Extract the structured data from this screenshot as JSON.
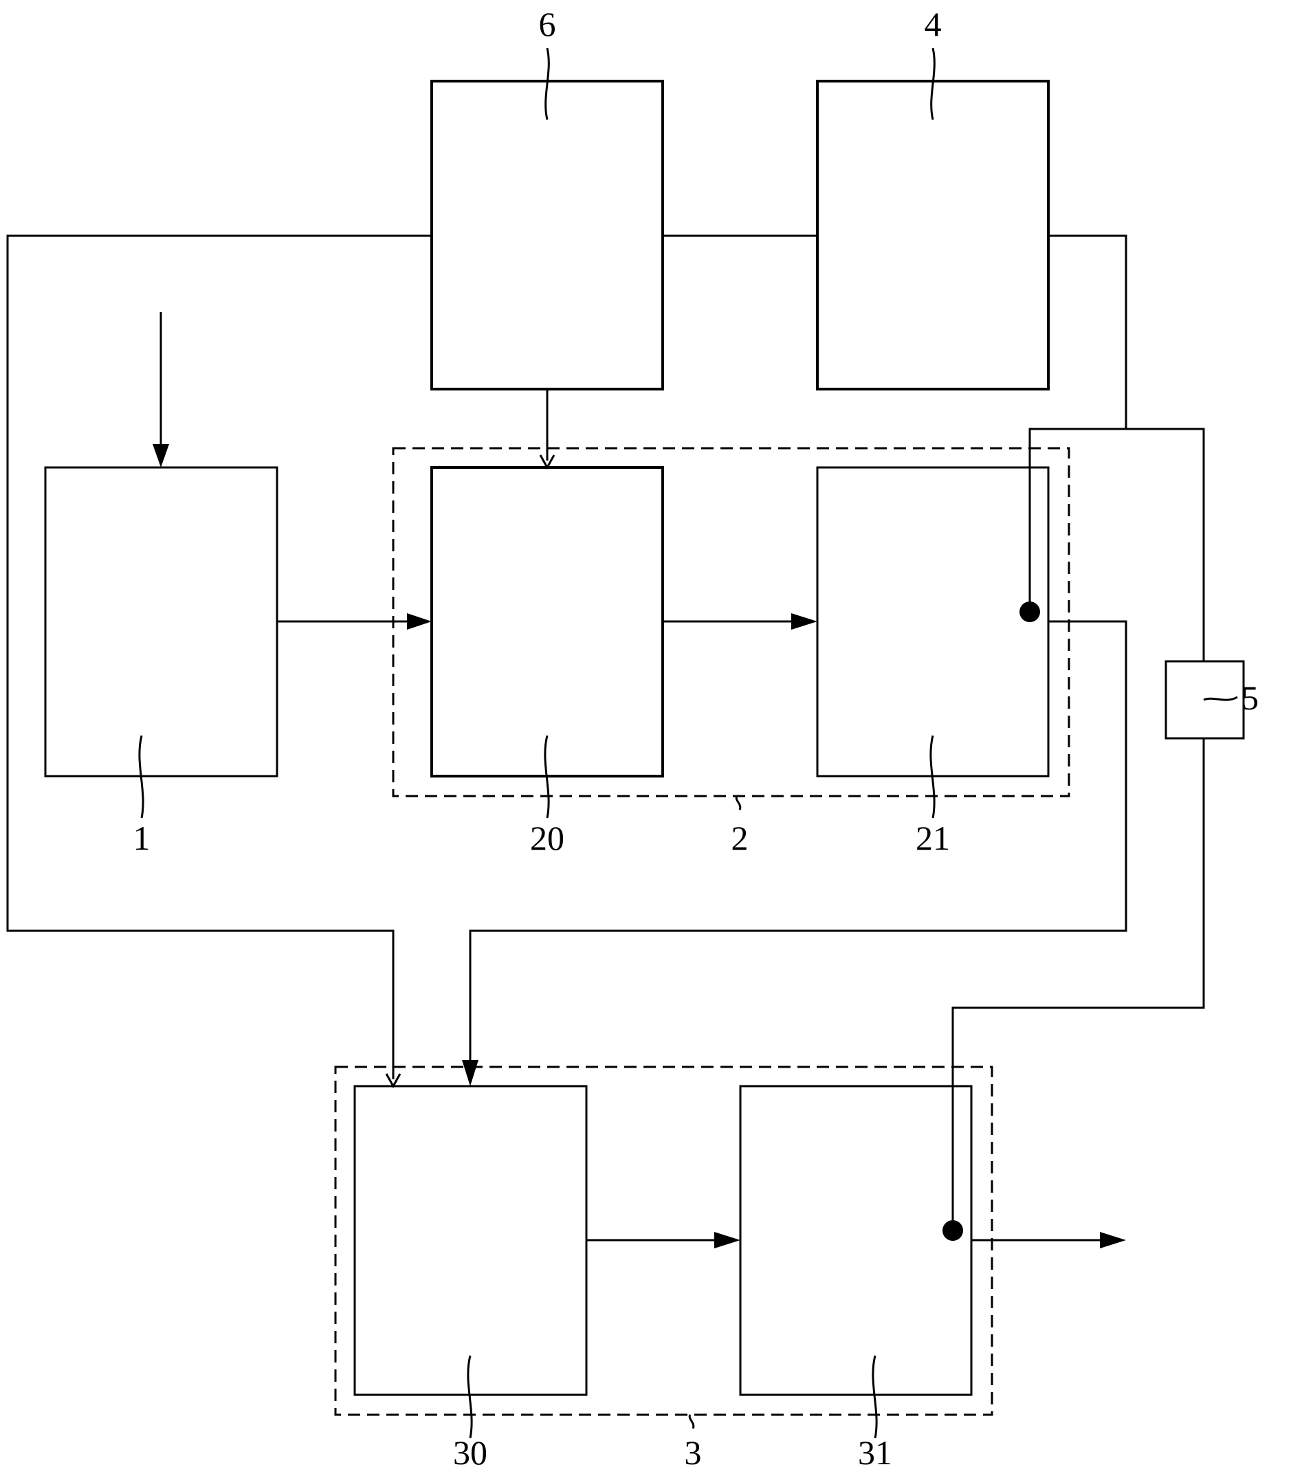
{
  "labels": {
    "block_1": "1",
    "group_2": "2",
    "block_20": "20",
    "block_21": "21",
    "group_3": "3",
    "block_30": "30",
    "block_31": "31",
    "block_4": "4",
    "block_5": "5",
    "block_6": "6"
  }
}
